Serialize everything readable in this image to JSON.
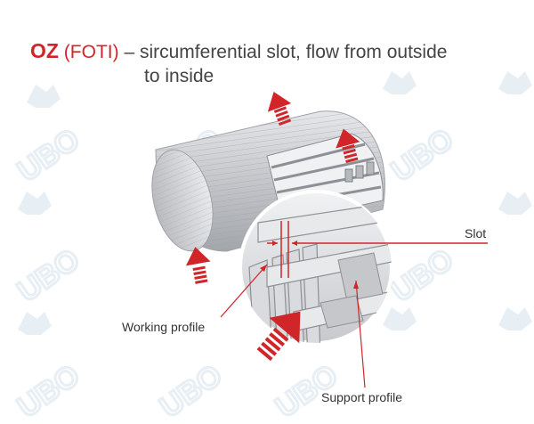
{
  "title": {
    "code": "OZ",
    "sub": "(FOTI)",
    "dash": " – ",
    "line1": "sircumferential slot, flow from outside",
    "line2": "to inside"
  },
  "labels": {
    "slot": "Slot",
    "working_profile": "Working profile",
    "support_profile": "Support profile"
  },
  "colors": {
    "accent": "#d0262a",
    "text": "#333333",
    "metal": "#c9cbcf"
  },
  "watermark": "UBO"
}
